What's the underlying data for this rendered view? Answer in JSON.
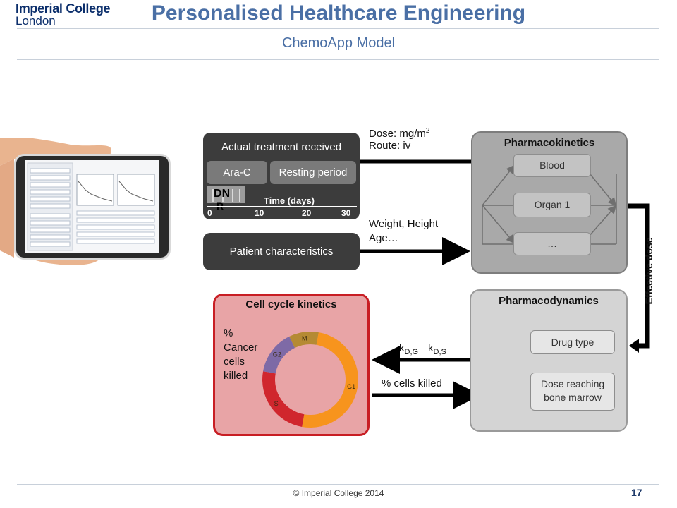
{
  "header": {
    "logo_line1": "Imperial College",
    "logo_line2": "London",
    "title": "Personalised Healthcare Engineering",
    "subtitle": "ChemoApp Model"
  },
  "treatment": {
    "title": "Actual treatment received",
    "drug": "Ara-C",
    "rest": "Resting period",
    "dn_label": "DN",
    "r_label": "R",
    "time_label": "Time (days)",
    "ticks": [
      "0",
      "10",
      "20",
      "30"
    ]
  },
  "patient": {
    "label": "Patient characteristics"
  },
  "arrows": {
    "dose_line1": "Dose: mg/m",
    "dose_sup": "2",
    "dose_line2": "Route: iv",
    "weight_line1": "Weight, Height",
    "weight_line2": "Age…",
    "effective_dose": "Effective dose",
    "k_dg_main": "k",
    "k_dg_sub": "D,G",
    "k_ds_main": "k",
    "k_ds_sub": "D,S",
    "cells_killed": "% cells killed"
  },
  "pharmacokinetics": {
    "title": "Pharmacokinetics",
    "nodes": [
      "Blood",
      "Organ 1",
      "…"
    ]
  },
  "pharmacodynamics": {
    "title": "Pharmacodynamics",
    "drug_type": "Drug type",
    "dose_line1": "Dose reaching",
    "dose_line2": "bone marrow"
  },
  "cell_cycle": {
    "title": "Cell cycle kinetics",
    "label_lines": [
      "%",
      "Cancer",
      "cells",
      "killed"
    ],
    "phases": [
      {
        "name": "G1",
        "fraction": 0.5,
        "color": "#f7941d"
      },
      {
        "name": "S",
        "fraction": 0.25,
        "color": "#d0262d"
      },
      {
        "name": "G2",
        "fraction": 0.15,
        "color": "#7e6aa6"
      },
      {
        "name": "M",
        "fraction": 0.1,
        "color": "#b58a34"
      }
    ]
  },
  "footer": {
    "copyright": "© Imperial College 2014",
    "page": "17"
  }
}
